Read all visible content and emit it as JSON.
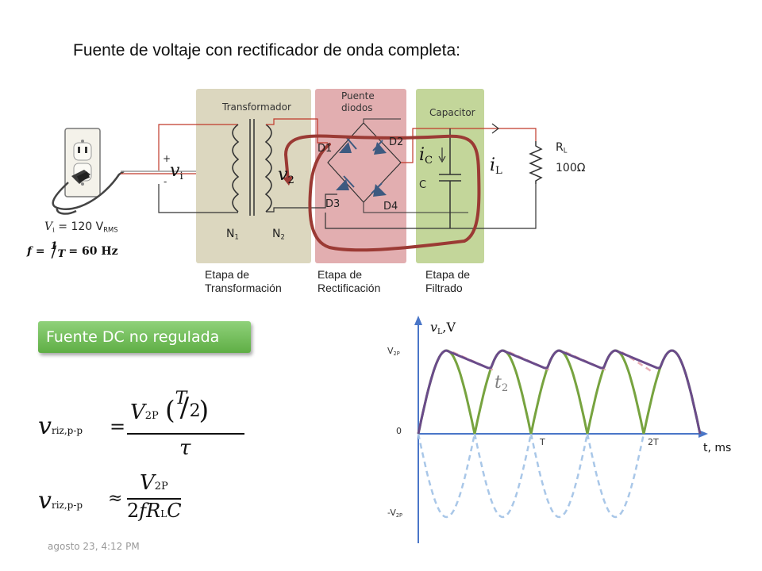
{
  "title": "Fuente de voltaje con rectificador de onda completa:",
  "stages": {
    "transformer": {
      "label": "Transformador",
      "caption_l1": "Etapa de",
      "caption_l2": "Transformación"
    },
    "diodes": {
      "label_l1": "Puente",
      "label_l2": "diodos",
      "caption_l1": "Etapa de",
      "caption_l2": "Rectificación"
    },
    "capacitor": {
      "label": "Capacitor",
      "caption_l1": "Etapa de",
      "caption_l2": "Filtrado"
    }
  },
  "circuit": {
    "plus": "+",
    "minus": "-",
    "vi_main": "v",
    "vi_sub": "i",
    "v2_main": "v",
    "v2_sub": "2",
    "n1_main": "N",
    "n1_sub": "1",
    "n2_main": "N",
    "n2_sub": "2",
    "d1": "D1",
    "d2": "D2",
    "d3": "D3",
    "d4": "D4",
    "ic_main": "i",
    "ic_sub": "C",
    "c": "C",
    "il_main": "i",
    "il_sub": "L",
    "rl_main": "R",
    "rl_sub": "L",
    "rl_value": "100Ω",
    "source_main": "V",
    "source_sub": "i",
    "source_eq": " = 120 V",
    "source_rms": "RMS",
    "freq_f": "f",
    "freq_eq": " = ",
    "freq_num": "1",
    "freq_den": "T",
    "freq_val": " = 60 Hz"
  },
  "badge": "Fuente DC no regulada",
  "formulas": {
    "f1_lhs_main": "v",
    "f1_lhs_sub": "riz,p-p",
    "f1_eq": "=",
    "f1_num_main": "V",
    "f1_num_sub": "2P",
    "f1_paren_num": "T",
    "f1_paren_den": "2",
    "f1_den": "τ",
    "f2_lhs_main": "v",
    "f2_lhs_sub": "riz,p-p",
    "f2_eq": "≈",
    "f2_num_main": "V",
    "f2_num_sub": "2P",
    "f2_den_a": "2",
    "f2_den_b": "f",
    "f2_den_r": "R",
    "f2_den_rsub": "L",
    "f2_den_c": "C"
  },
  "graph": {
    "ylabel_main": "v",
    "ylabel_sub": "L",
    "ylabel_unit": ",V",
    "v2p_main": "V",
    "v2p_sub": "2P",
    "zero": "0",
    "neg_main": "-V",
    "neg_sub": "2P",
    "tick_t": "T",
    "tick_2t": "2T",
    "xlabel": "t, ms",
    "t2_main": "t",
    "t2_sub": "2"
  },
  "colors": {
    "transformer_bg": "#dcd7bf",
    "diodes_bg": "#e2aeb0",
    "capacitor_bg": "#c3d69a",
    "loop": "#9b3a34",
    "rectified": "#77a33f",
    "envelope": "#6a4b8a",
    "dashed": "#a9c7e8",
    "decay": "#e9b0b6",
    "axis": "#4a76c8"
  },
  "footer": "agosto 23, 4:12 PM"
}
